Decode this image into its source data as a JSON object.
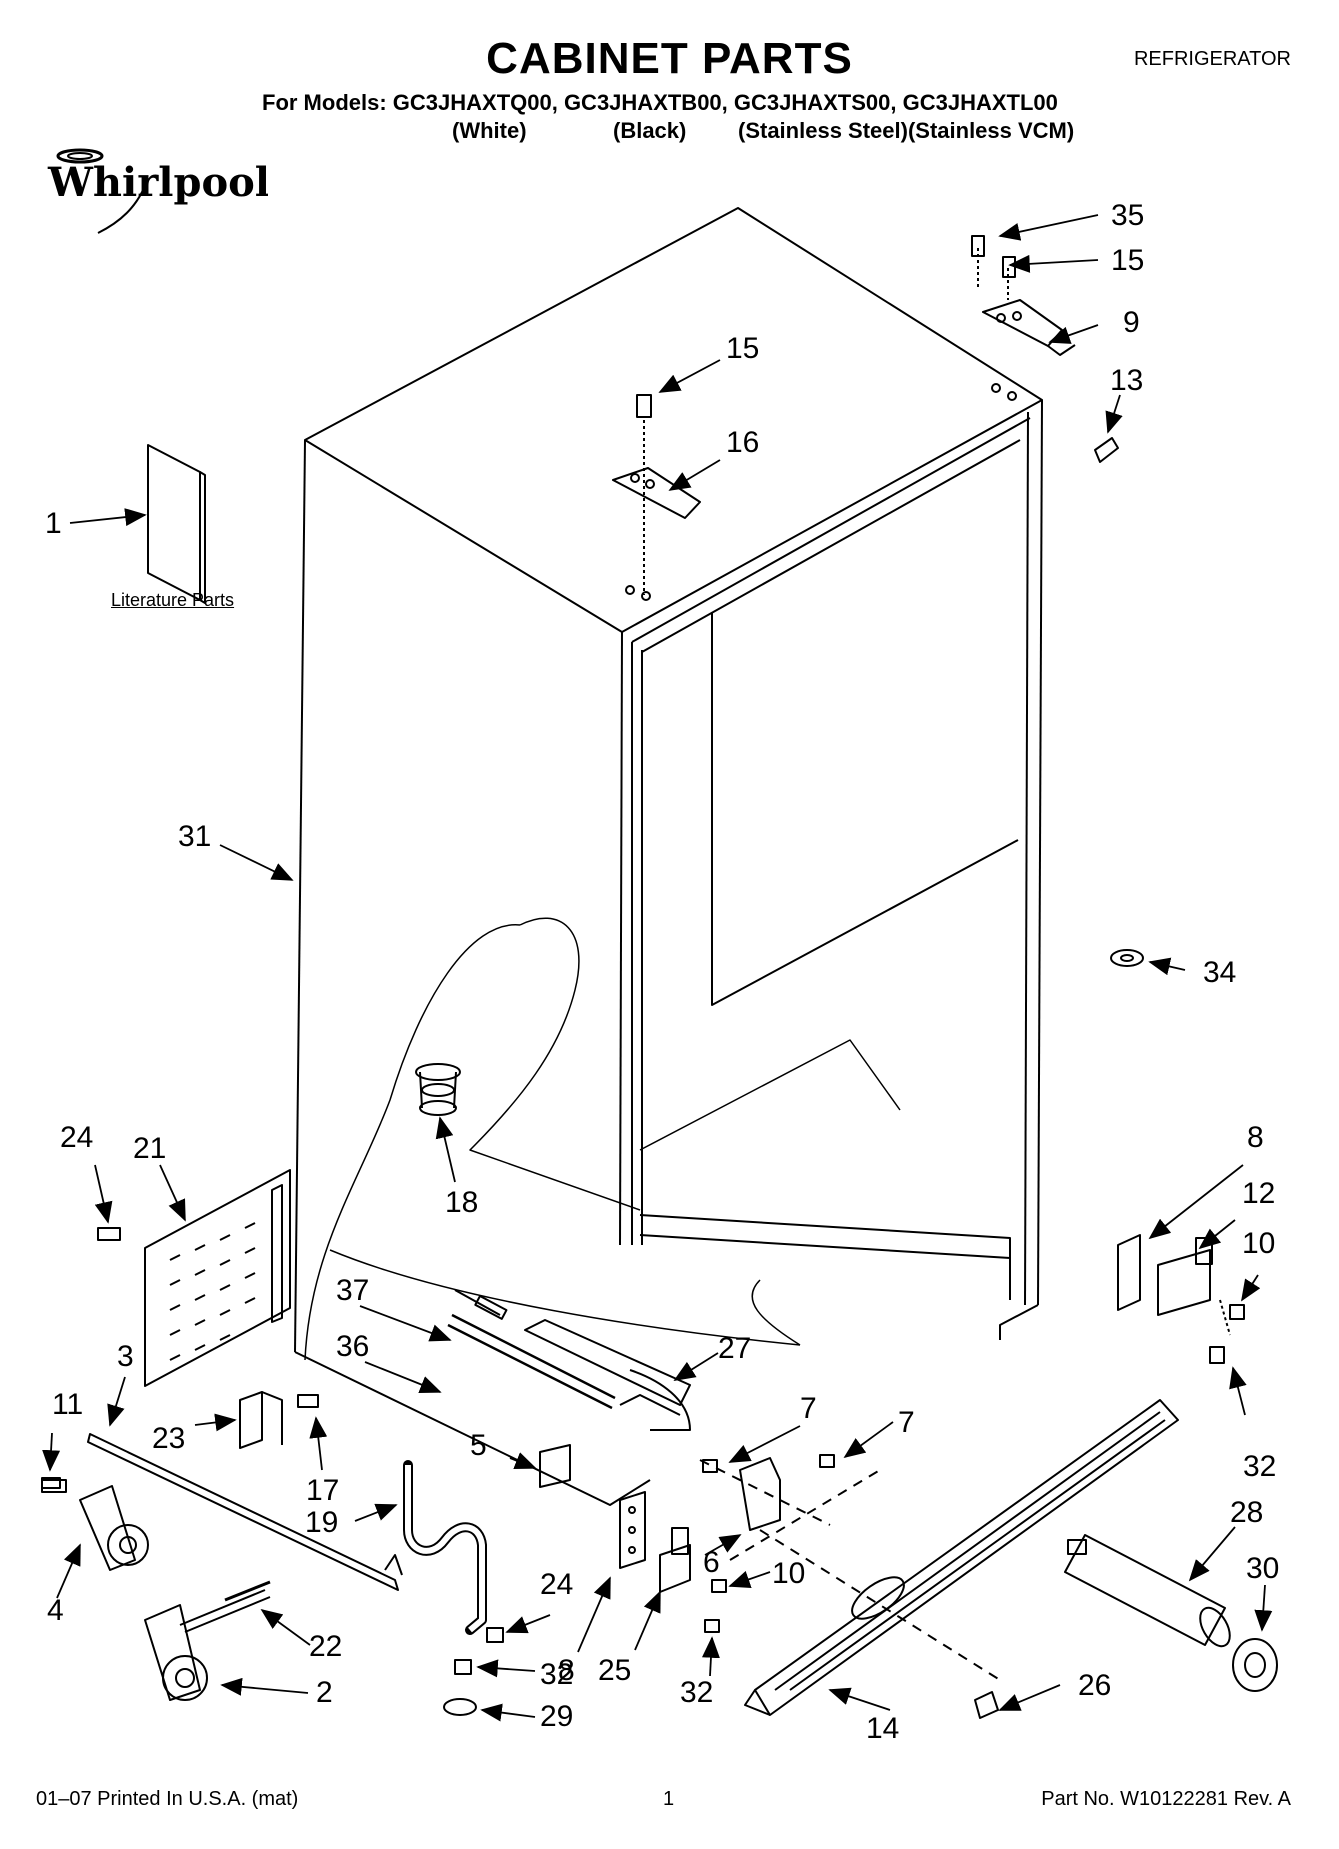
{
  "header": {
    "title": "CABINET PARTS",
    "category": "REFRIGERATOR",
    "models_line": "For Models: GC3JHAXTQ00, GC3JHAXTB00, GC3JHAXTS00, GC3JHAXTL00",
    "variants": [
      "(White)",
      "(Black)",
      "(Stainless Steel)(Stainless VCM)"
    ]
  },
  "brand": {
    "logo_text": "Whirlpool"
  },
  "labels": {
    "literature": "Literature Parts"
  },
  "callouts": [
    "35",
    "15",
    "9",
    "13",
    "15",
    "16",
    "1",
    "31",
    "34",
    "24",
    "21",
    "18",
    "8",
    "12",
    "10",
    "37",
    "36",
    "27",
    "3",
    "11",
    "23",
    "17",
    "7",
    "7",
    "32",
    "5",
    "19",
    "6",
    "10",
    "28",
    "30",
    "24",
    "22",
    "4",
    "32",
    "8",
    "25",
    "32",
    "26",
    "2",
    "29",
    "14"
  ],
  "footer": {
    "print_info": "01–07 Printed In U.S.A. (mat)",
    "page": "1",
    "part_no": "Part No. W10122281 Rev. A"
  }
}
